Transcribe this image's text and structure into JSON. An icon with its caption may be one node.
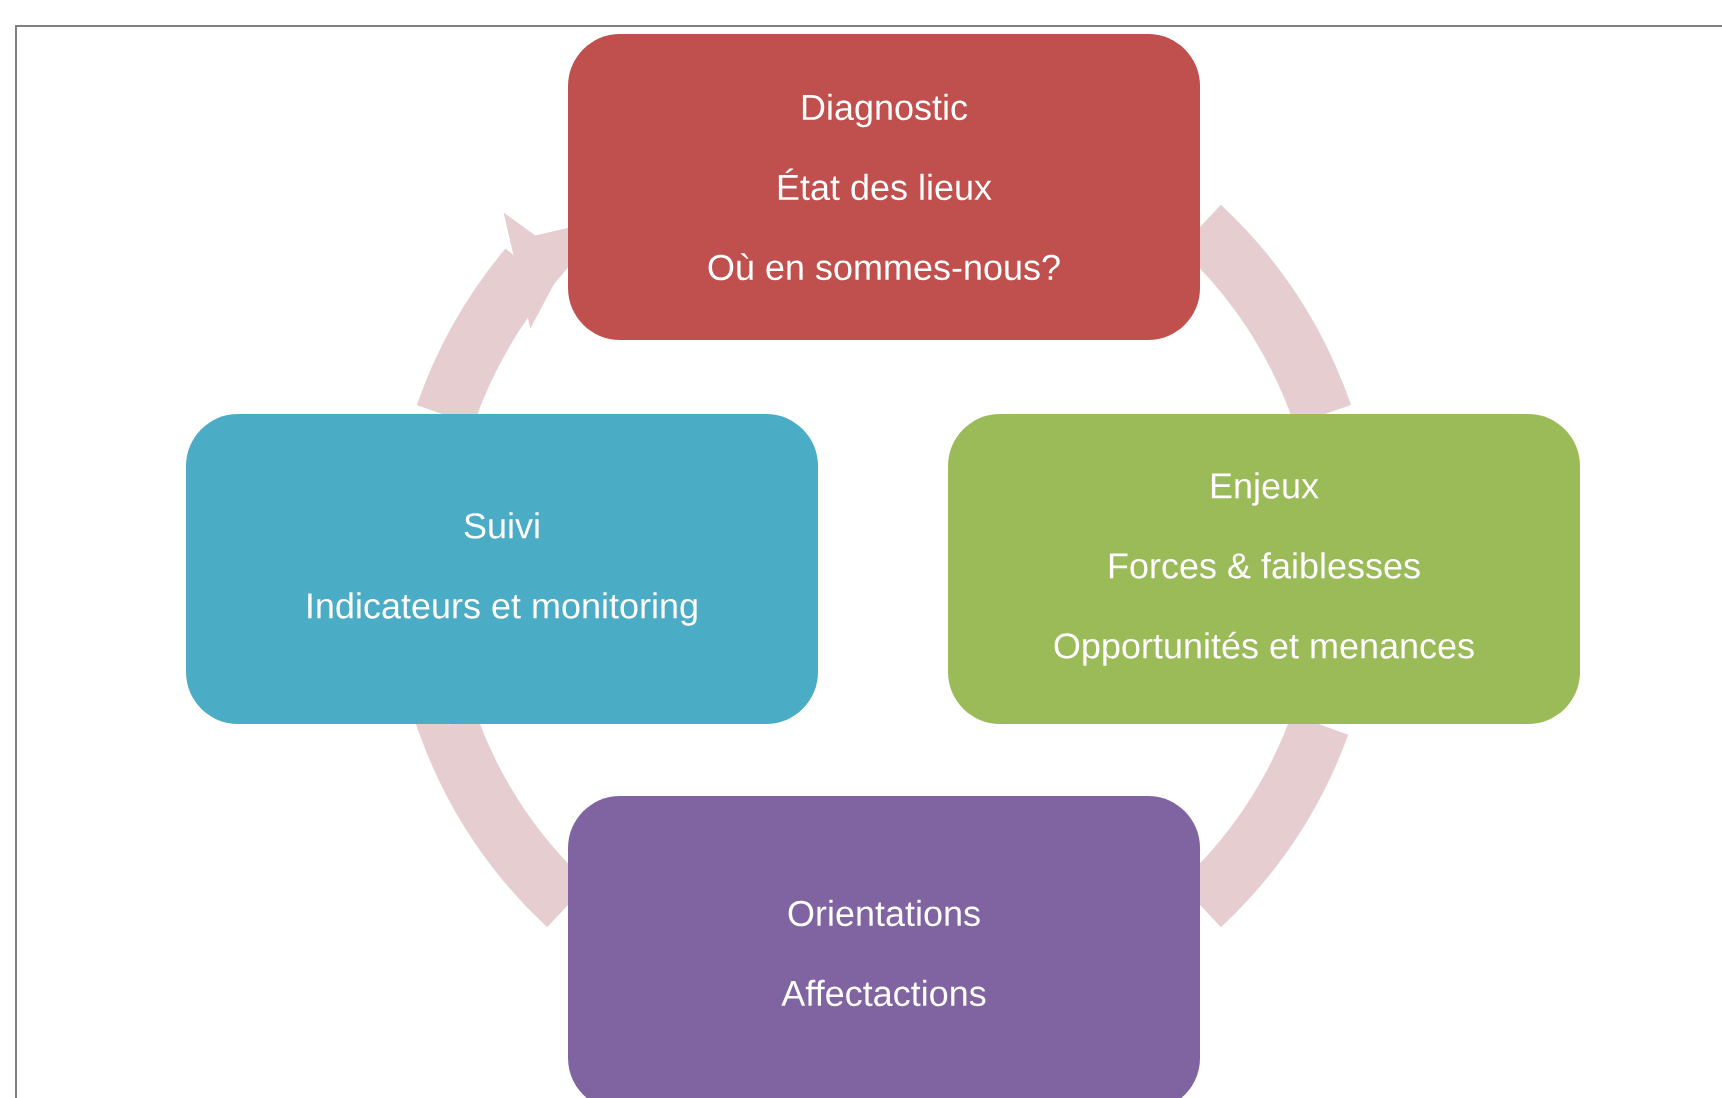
{
  "diagram": {
    "nodes": [
      {
        "text": [
          "Diagnostic",
          "État des lieux",
          "Où en sommes-nous?"
        ]
      },
      {
        "text": [
          "Suivi",
          "Indicateurs et monitoring"
        ]
      },
      {
        "text": [
          "Enjeux",
          "Forces & faiblesses",
          "Opportunités et menances"
        ]
      },
      {
        "text": [
          "Orientations",
          "Affectactions"
        ]
      }
    ],
    "edges": [
      {
        "from": 0,
        "to": 2,
        "arrow": "none"
      },
      {
        "from": 2,
        "to": 3,
        "arrow": "none"
      },
      {
        "from": 3,
        "to": 1,
        "arrow": "none"
      },
      {
        "from": 1,
        "to": 0,
        "arrow": "to"
      }
    ]
  }
}
